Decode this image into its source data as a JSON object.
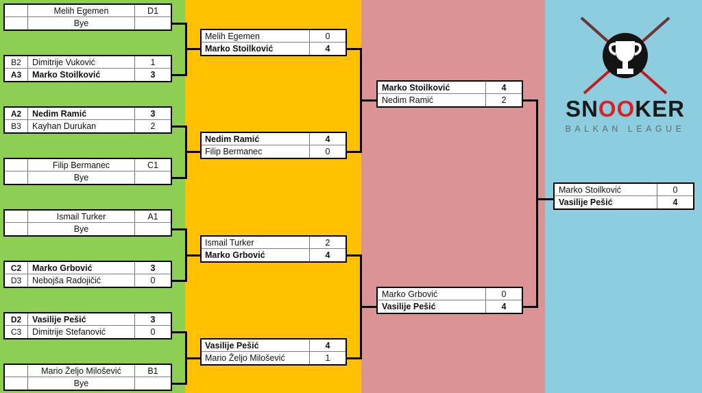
{
  "tournament": {
    "logo": {
      "word_part1": "SN",
      "word_oo": "OO",
      "word_part2": "KER",
      "subtitle": "BALKAN LEAGUE",
      "icon_cue": "crossed-cues-icon",
      "icon_trophy": "trophy-icon",
      "colors": {
        "black": "#141414",
        "red": "#d22222",
        "subtitle": "#5d6b70"
      }
    },
    "columns": [
      {
        "name": "round-of-16",
        "color": "#8ccf52"
      },
      {
        "name": "quarterfinals",
        "color": "#ffc000"
      },
      {
        "name": "semifinals",
        "color": "#db9393"
      },
      {
        "name": "final",
        "color": "#8ccee0"
      }
    ]
  },
  "rounds": {
    "round1": [
      {
        "id": "r1-m1",
        "players": [
          {
            "seed": "",
            "name": "Melih Egemen",
            "score": "D1",
            "winner": false
          },
          {
            "seed": "",
            "name": "Bye",
            "score": "",
            "winner": false
          }
        ]
      },
      {
        "id": "r1-m2",
        "players": [
          {
            "seed": "B2",
            "name": "Dimitrije Vuković",
            "score": "1",
            "winner": false
          },
          {
            "seed": "A3",
            "name": "Marko Stoilković",
            "score": "3",
            "winner": true
          }
        ]
      },
      {
        "id": "r1-m3",
        "players": [
          {
            "seed": "A2",
            "name": "Nedim Ramić",
            "score": "3",
            "winner": true
          },
          {
            "seed": "B3",
            "name": "Kayhan Durukan",
            "score": "2",
            "winner": false
          }
        ]
      },
      {
        "id": "r1-m4",
        "players": [
          {
            "seed": "",
            "name": "Filip Bermanec",
            "score": "C1",
            "winner": false
          },
          {
            "seed": "",
            "name": "Bye",
            "score": "",
            "winner": false
          }
        ]
      },
      {
        "id": "r1-m5",
        "players": [
          {
            "seed": "",
            "name": "Ismail Turker",
            "score": "A1",
            "winner": false
          },
          {
            "seed": "",
            "name": "Bye",
            "score": "",
            "winner": false
          }
        ]
      },
      {
        "id": "r1-m6",
        "players": [
          {
            "seed": "C2",
            "name": "Marko Grbović",
            "score": "3",
            "winner": true
          },
          {
            "seed": "D3",
            "name": "Nebojša Radojičić",
            "score": "0",
            "winner": false
          }
        ]
      },
      {
        "id": "r1-m7",
        "players": [
          {
            "seed": "D2",
            "name": "Vasilije Pešić",
            "score": "3",
            "winner": true
          },
          {
            "seed": "C3",
            "name": "Dimitrije Stefanović",
            "score": "0",
            "winner": false
          }
        ]
      },
      {
        "id": "r1-m8",
        "players": [
          {
            "seed": "",
            "name": "Mario Željo Milošević",
            "score": "B1",
            "winner": false
          },
          {
            "seed": "",
            "name": "Bye",
            "score": "",
            "winner": false
          }
        ]
      }
    ],
    "round2": [
      {
        "id": "r2-m1",
        "players": [
          {
            "name": "Melih Egemen",
            "score": "0",
            "winner": false
          },
          {
            "name": "Marko Stoilković",
            "score": "4",
            "winner": true
          }
        ]
      },
      {
        "id": "r2-m2",
        "players": [
          {
            "name": "Nedim Ramić",
            "score": "4",
            "winner": true
          },
          {
            "name": "Filip Bermanec",
            "score": "0",
            "winner": false
          }
        ]
      },
      {
        "id": "r2-m3",
        "players": [
          {
            "name": "Ismail Turker",
            "score": "2",
            "winner": false
          },
          {
            "name": "Marko Grbović",
            "score": "4",
            "winner": true
          }
        ]
      },
      {
        "id": "r2-m4",
        "players": [
          {
            "name": "Vasilije Pešić",
            "score": "4",
            "winner": true
          },
          {
            "name": "Mario Željo Milošević",
            "score": "1",
            "winner": false
          }
        ]
      }
    ],
    "semifinals": [
      {
        "id": "sf-m1",
        "players": [
          {
            "name": "Marko Stoilković",
            "score": "4",
            "winner": true
          },
          {
            "name": "Nedim Ramić",
            "score": "2",
            "winner": false
          }
        ]
      },
      {
        "id": "sf-m2",
        "players": [
          {
            "name": "Marko Grbović",
            "score": "0",
            "winner": false
          },
          {
            "name": "Vasilije Pešić",
            "score": "4",
            "winner": true
          }
        ]
      }
    ],
    "final": [
      {
        "id": "final-m1",
        "players": [
          {
            "name": "Marko Stoilković",
            "score": "0",
            "winner": false
          },
          {
            "name": "Vasilije Pešić",
            "score": "4",
            "winner": true
          }
        ]
      }
    ]
  }
}
